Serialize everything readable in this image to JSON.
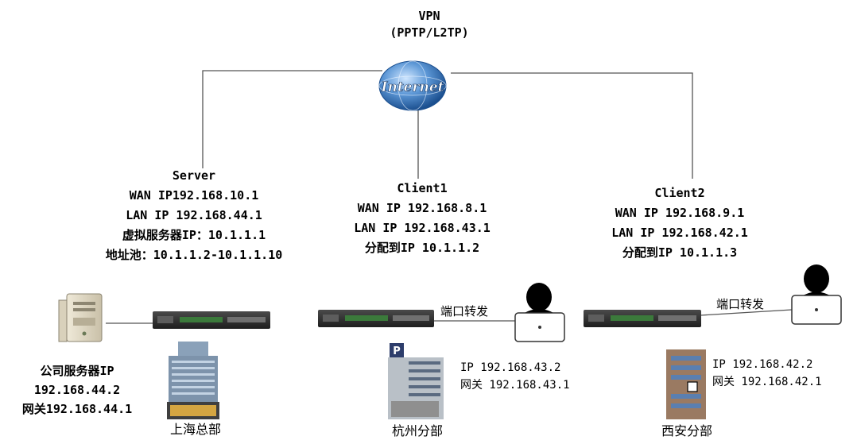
{
  "vpn": {
    "title": "VPN",
    "protocol": "(PPTP/L2TP)",
    "cloud_label": "Internet"
  },
  "server": {
    "title": "Server",
    "lines": [
      "WAN IP192.168.10.1",
      "LAN IP 192.168.44.1",
      "虚拟服务器IP：10.1.1.1",
      "地址池：10.1.1.2-10.1.1.10"
    ]
  },
  "client1": {
    "title": "Client1",
    "lines": [
      "WAN IP 192.168.8.1",
      "LAN IP 192.168.43.1",
      "分配到IP 10.1.1.2"
    ]
  },
  "client2": {
    "title": "Client2",
    "lines": [
      "WAN IP 192.168.9.1",
      "LAN IP 192.168.42.1",
      "分配到IP 10.1.1.3"
    ]
  },
  "company_server": {
    "lines": [
      "公司服务器IP",
      "192.168.44.2",
      "网关192.168.44.1"
    ]
  },
  "hangzhou_host": {
    "lines": [
      "IP 192.168.43.2",
      "网关 192.168.43.1"
    ],
    "port_forward": "端口转发",
    "parking_sign": "P"
  },
  "xian_host": {
    "lines": [
      "IP 192.168.42.2",
      "网关 192.168.42.1"
    ],
    "port_forward": "端口转发"
  },
  "sites": {
    "shanghai": "上海总部",
    "hangzhou": "杭州分部",
    "xian": "西安分部"
  },
  "colors": {
    "line": "#555555",
    "globe_blue": "#1f5fa8",
    "router_dark": "#2b2b2b",
    "router_green": "#3b7a3b"
  }
}
